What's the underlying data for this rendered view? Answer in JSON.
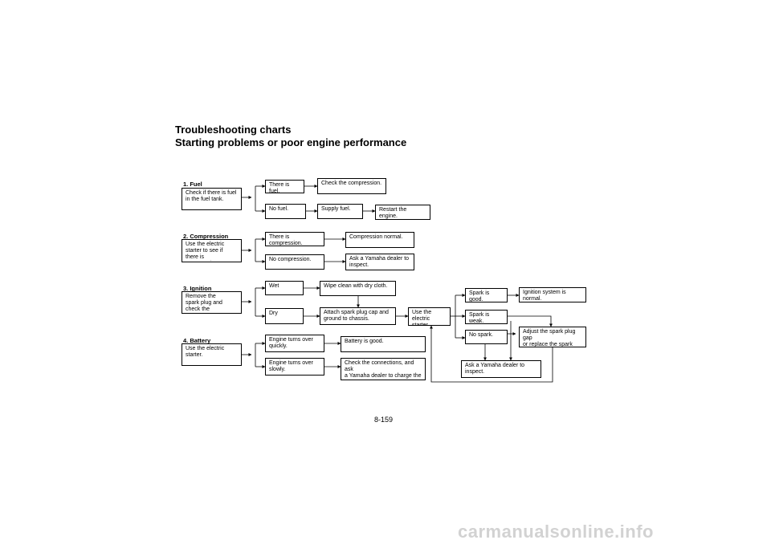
{
  "heading": {
    "title": "Troubleshooting charts",
    "subtitle": "Starting problems or poor engine performance"
  },
  "sections": {
    "fuel": "1. Fuel",
    "compression": "2. Compression",
    "ignition": "3. Ignition",
    "battery": "4. Battery"
  },
  "nodes": {
    "fuel_check": "Check if there is fuel\nin the fuel tank.",
    "fuel_yes": "There is fuel.",
    "fuel_check_compression": "Check the compression.",
    "fuel_no": "No fuel.",
    "fuel_supply": "Supply fuel.",
    "fuel_restart": "Restart the engine.",
    "comp_check": "Use the electric\nstarter to see if\nthere is compression.",
    "comp_yes": "There is compression.",
    "comp_normal": "Compression normal.",
    "comp_no": "No compression.",
    "comp_dealer": "Ask a Yamaha dealer to\ninspect.",
    "ign_remove": "Remove the\nspark plug and\ncheck the electrodes.",
    "ign_wet": "Wet",
    "ign_wipe": "Wipe clean with dry cloth.",
    "ign_dry": "Dry",
    "ign_attach": "Attach spark plug cap and\nground to chassis.",
    "ign_starter": "Use the\nelectric starter.",
    "ign_spark_good": "Spark is good.",
    "ign_normal": "Ignition system is\nnormal.",
    "ign_spark_weak": "Spark is weak.",
    "ign_adjust": "Adjust the spark plug gap\nor replace the spark plug.",
    "ign_no_spark": "No spark.",
    "ign_dealer": "Ask a Yamaha dealer to\ninspect.",
    "bat_starter": "Use the electric starter.",
    "bat_quick": "Engine turns over\nquickly.",
    "bat_good": "Battery is good.",
    "bat_slow": "Engine turns over\nslowly.",
    "bat_check": "Check the connections, and ask\na Yamaha dealer to charge the\nbattery if necessary."
  },
  "footer": {
    "page_number": "8-159",
    "watermark": "carmanualsonline.info"
  }
}
